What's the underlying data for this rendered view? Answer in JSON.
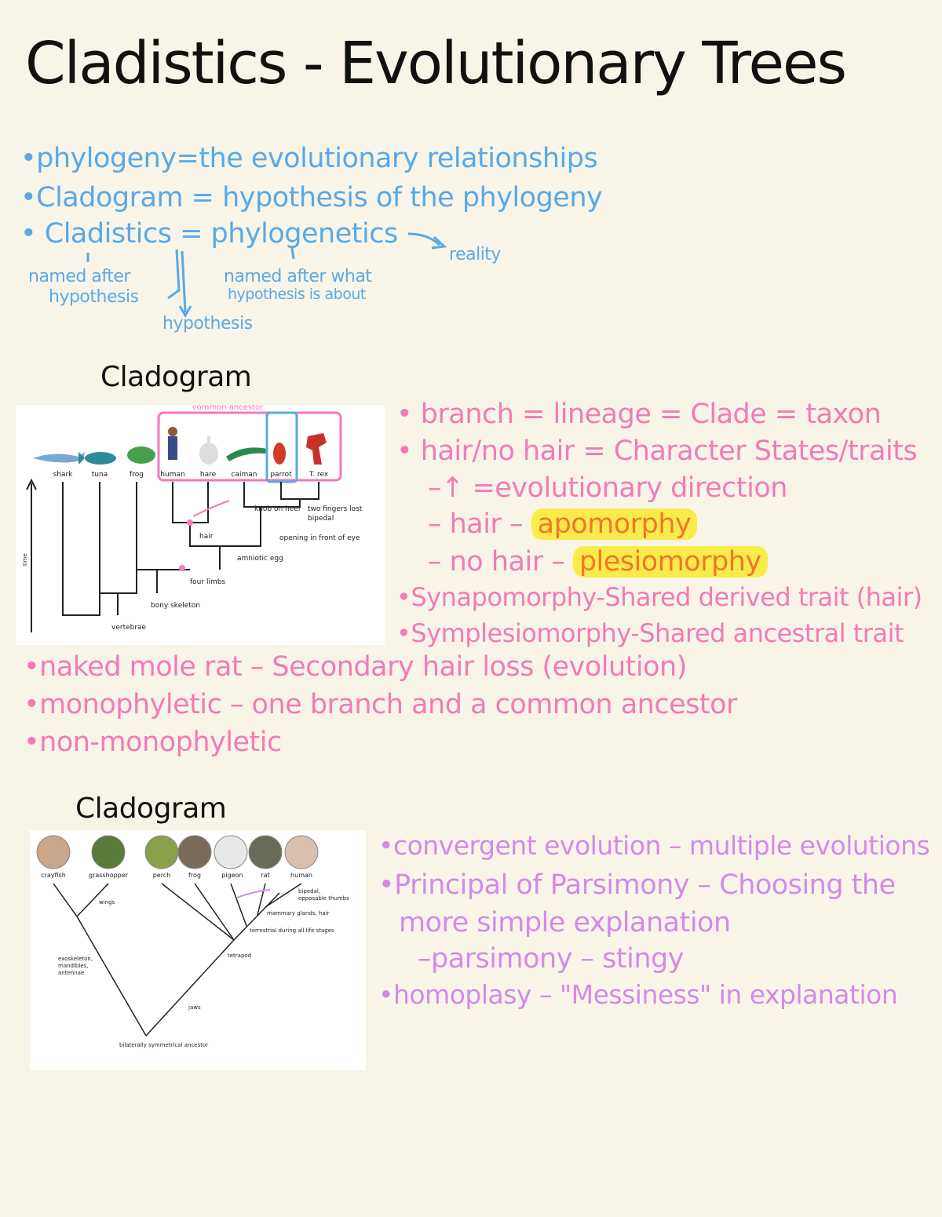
{
  "title": "Cladistics - Evolutionary Trees",
  "blue_notes": [
    "•phylogeny=the evolutionary relationships",
    "•Cladogram = hypothesis of the phylogeny",
    "• Cladistics = phylogenetics",
    "reality",
    "named after",
    "hypothesis",
    "named after what",
    "hypothesis is about",
    "hypothesis"
  ],
  "heading1": "Cladogram",
  "figure1": {
    "annotation": "common ancestor",
    "time_label": "time",
    "taxa": [
      "shark",
      "tuna",
      "frog",
      "human",
      "hare",
      "caiman",
      "parrot",
      "T. rex"
    ],
    "traits": [
      "vertebrae",
      "bony skeleton",
      "four limbs",
      "amniotic egg",
      "hair",
      "opening in front of eye",
      "knob on heel",
      "two fingers lost",
      "bipedal"
    ]
  },
  "pink_notes": [
    "• branch = lineage = Clade = taxon",
    "• hair/no hair = Character States/traits",
    "–↑ =evolutionary direction",
    "– hair – ",
    "apomorphy",
    "– no hair – ",
    "plesiomorphy",
    "•Synapomorphy-Shared derived trait (hair)",
    "•Symplesiomorphy-Shared ancestral trait",
    "•naked mole rat – Secondary hair loss (evolution)",
    "•monophyletic – one branch and a common ancestor",
    "•non-monophyletic"
  ],
  "heading2": "Cladogram",
  "figure2": {
    "taxa": [
      "crayfish",
      "grasshopper",
      "perch",
      "frog",
      "pigeon",
      "rat",
      "human"
    ],
    "traits": [
      "wings",
      "bipedal, opposable thumbs",
      "mammary glands, hair",
      "terrestrial during all life stages",
      "tetrapod",
      "exoskeleton, mandibles, antennae",
      "jaws",
      "bilaterally symmetrical ancestor"
    ]
  },
  "purple_notes": [
    "•convergent evolution – multiple evolutions",
    "•Principal of Parsimony – Choosing the",
    "more simple explanation",
    "–parsimony – stingy",
    "•homoplasy – \"Messiness\" in explanation"
  ],
  "colors": {
    "blue": "#5aa9e6",
    "pink": "#f27ab9",
    "purple": "#d38ae6",
    "highlight": "#f9ec4a",
    "background": "#f8f5e8"
  }
}
